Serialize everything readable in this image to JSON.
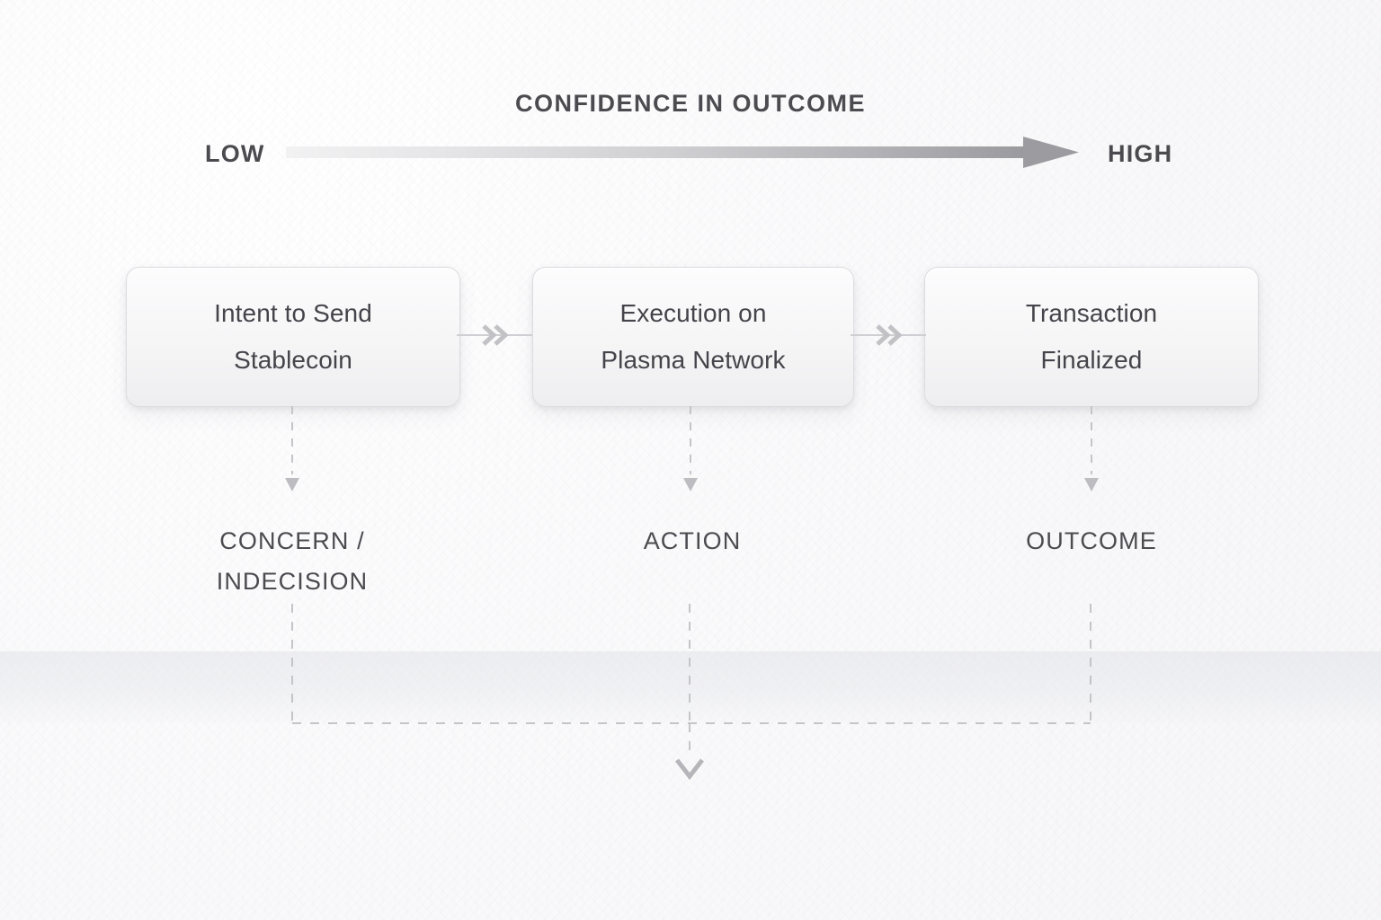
{
  "scale": {
    "title": "CONFIDENCE IN OUTCOME",
    "low_label": "LOW",
    "high_label": "HIGH",
    "direction": "left-to-right",
    "gradient_from": "#f0f0f2",
    "gradient_to": "#9b9b9f"
  },
  "flow": {
    "nodes": [
      {
        "label": "Intent to Send\nStablecoin"
      },
      {
        "label": "Execution on\nPlasma Network"
      },
      {
        "label": "Transaction\nFinalized"
      }
    ],
    "connectors": [
      {
        "glyph": "double-chevron-right"
      },
      {
        "glyph": "double-chevron-right"
      }
    ]
  },
  "stages": [
    {
      "label": "CONCERN /\nINDECISION",
      "stem": "dashed-down-arrow"
    },
    {
      "label": "ACTION",
      "stem": "dashed-down-arrow"
    },
    {
      "label": "OUTCOME",
      "stem": "dashed-down-arrow"
    }
  ],
  "bracket": {
    "style": "dashed",
    "merge_arrow": "chevron-down"
  },
  "colors": {
    "text_primary": "#44444a",
    "text_heading": "#4c4c50",
    "box_border": "#dcdcdf",
    "line": "#b9b9bd",
    "background": "#fafafb",
    "tint_band": "#e7e8ed"
  }
}
